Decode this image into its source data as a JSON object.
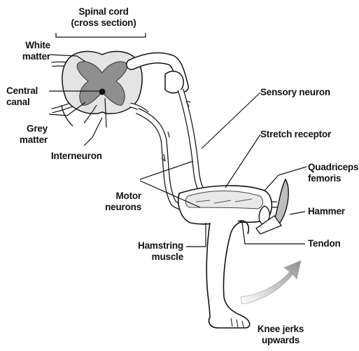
{
  "labels": {
    "spinal_cord_line1": "Spinal cord",
    "spinal_cord_line2": "(cross section)",
    "white_matter_line1": "White",
    "white_matter_line2": "matter",
    "central_canal_line1": "Central",
    "central_canal_line2": "canal",
    "grey_matter_line1": "Grey",
    "grey_matter_line2": "matter",
    "interneuron": "Interneuron",
    "sensory_neuron": "Sensory neuron",
    "stretch_receptor": "Stretch receptor",
    "quadriceps_line1": "Quadriceps",
    "quadriceps_line2": "femoris",
    "motor_neurons_line1": "Motor",
    "motor_neurons_line2": "neurons",
    "hammer": "Hammer",
    "hamstring_line1": "Hamstring",
    "hamstring_line2": "muscle",
    "tendon": "Tendon",
    "knee_jerks_line1": "Knee jerks",
    "knee_jerks_line2": "upwards"
  },
  "colors": {
    "ink": "#111111",
    "grey_matter": "#8a8a8a",
    "white_matter": "#d9d9d9",
    "nerve": "#ffffff",
    "arrow": "#9a9a9a"
  }
}
